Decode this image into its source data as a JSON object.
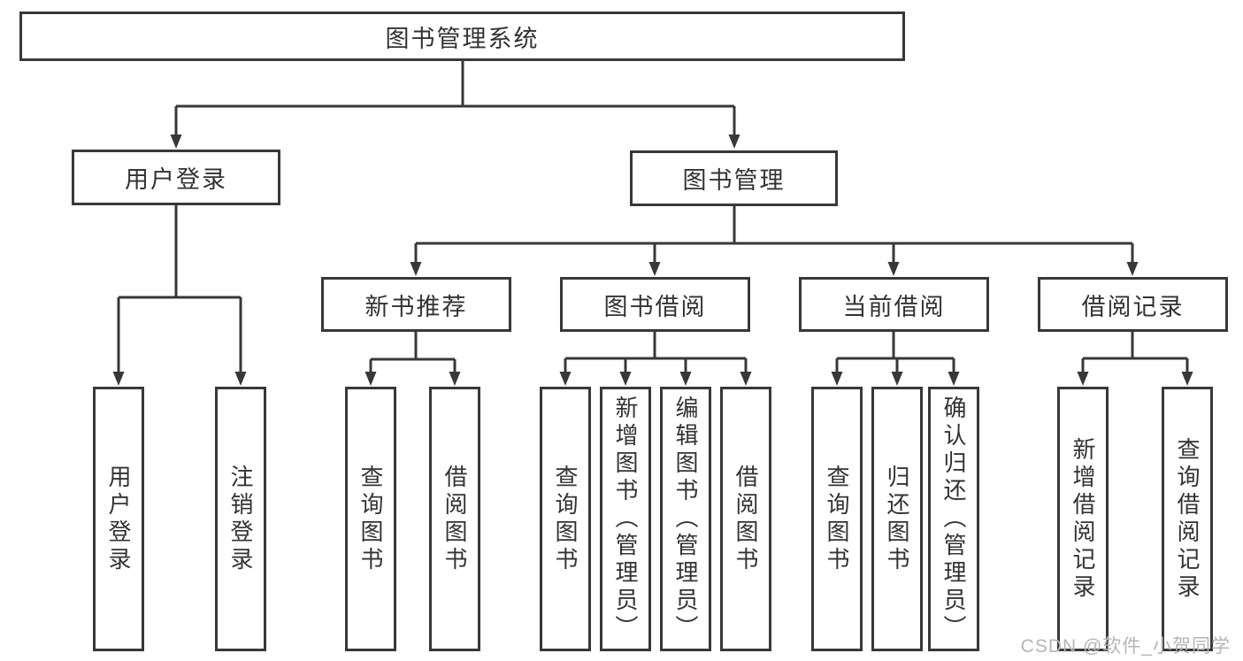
{
  "diagram": {
    "type": "hierarchy-tree",
    "title": "图书管理系统"
  },
  "root": {
    "label": "图书管理系统"
  },
  "level2": [
    {
      "label": "用户登录"
    },
    {
      "label": "图书管理"
    }
  ],
  "level3": [
    {
      "label": "新书推荐",
      "parent": "图书管理"
    },
    {
      "label": "图书借阅",
      "parent": "图书管理"
    },
    {
      "label": "当前借阅",
      "parent": "图书管理"
    },
    {
      "label": "借阅记录",
      "parent": "图书管理"
    }
  ],
  "leaves": [
    {
      "label": "用户登录",
      "parent": "用户登录"
    },
    {
      "label": "注销登录",
      "parent": "用户登录"
    },
    {
      "label": "查询图书",
      "parent": "新书推荐"
    },
    {
      "label": "借阅图书",
      "parent": "新书推荐"
    },
    {
      "label": "查询图书",
      "parent": "图书借阅"
    },
    {
      "label": "新增图书（管理员）",
      "parent": "图书借阅"
    },
    {
      "label": "编辑图书（管理员）",
      "parent": "图书借阅"
    },
    {
      "label": "借阅图书",
      "parent": "图书借阅"
    },
    {
      "label": "查询图书",
      "parent": "当前借阅"
    },
    {
      "label": "归还图书",
      "parent": "当前借阅"
    },
    {
      "label": "确认归还（管理员）",
      "parent": "当前借阅"
    },
    {
      "label": "新增借阅记录",
      "parent": "借阅记录"
    },
    {
      "label": "查询借阅记录",
      "parent": "借阅记录"
    }
  ],
  "watermark": {
    "text": "CSDN @软件_小贺同学",
    "color": "#b5b5b5"
  },
  "colors": {
    "line": "#383838",
    "box_border": "#383838",
    "text": "#333333",
    "background": "#ffffff"
  }
}
